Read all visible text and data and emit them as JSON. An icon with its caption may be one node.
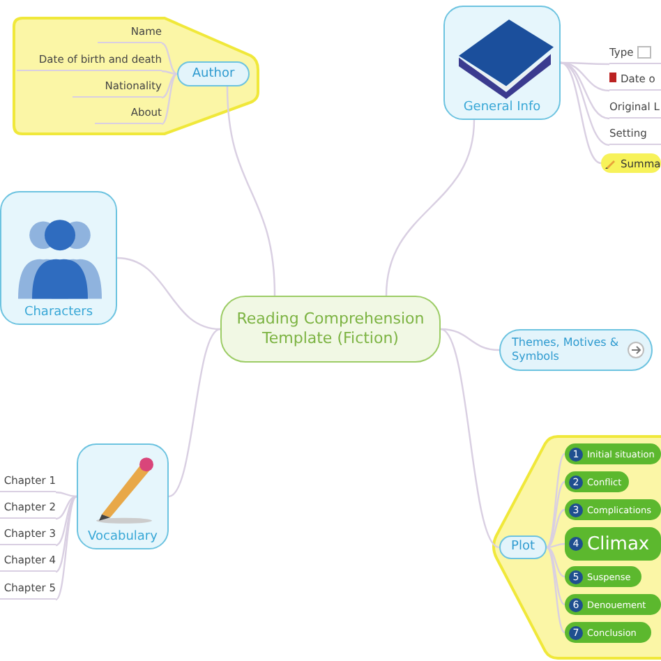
{
  "diagram": {
    "nodes": [
      {
        "text": [
          "Reading Comprehension Template (Fiction)"
        ]
      },
      {
        "text": [
          "Author"
        ]
      },
      {
        "text": [
          "Name"
        ]
      },
      {
        "text": [
          "Date of birth and death"
        ]
      },
      {
        "text": [
          "Nationality"
        ]
      },
      {
        "text": [
          "About"
        ]
      },
      {
        "text": [
          "General Info"
        ]
      },
      {
        "text": [
          "Type"
        ]
      },
      {
        "text": [
          "Date o"
        ]
      },
      {
        "text": [
          "Original L"
        ]
      },
      {
        "text": [
          "Setting"
        ]
      },
      {
        "text": [
          "Summa"
        ]
      },
      {
        "text": [
          "Characters"
        ]
      },
      {
        "text": [
          "Themes, Motives & Symbols"
        ]
      },
      {
        "text": [
          "Vocabulary"
        ]
      },
      {
        "text": [
          "Chapter 1"
        ]
      },
      {
        "text": [
          "Chapter 2"
        ]
      },
      {
        "text": [
          "Chapter 3"
        ]
      },
      {
        "text": [
          "Chapter 4"
        ]
      },
      {
        "text": [
          "Chapter 5"
        ]
      },
      {
        "text": [
          "Plot"
        ]
      },
      {
        "text": [
          "1",
          "Initial situation"
        ]
      },
      {
        "text": [
          "2",
          "Conflict"
        ]
      },
      {
        "text": [
          "3",
          "Complications"
        ]
      },
      {
        "text": [
          "4",
          "Climax"
        ]
      },
      {
        "text": [
          "5",
          "Suspense"
        ]
      },
      {
        "text": [
          "6",
          "Denouement"
        ]
      },
      {
        "text": [
          "7",
          "Conclusion"
        ]
      }
    ],
    "edges": [
      {
        "from": 0,
        "to": 1,
        "arrow": "none"
      },
      {
        "from": 0,
        "to": 6,
        "arrow": "none"
      },
      {
        "from": 0,
        "to": 12,
        "arrow": "none"
      },
      {
        "from": 0,
        "to": 13,
        "arrow": "none"
      },
      {
        "from": 0,
        "to": 14,
        "arrow": "none"
      },
      {
        "from": 0,
        "to": 20,
        "arrow": "none"
      },
      {
        "from": 1,
        "to": 2,
        "arrow": "none"
      },
      {
        "from": 1,
        "to": 3,
        "arrow": "none"
      },
      {
        "from": 1,
        "to": 4,
        "arrow": "none"
      },
      {
        "from": 1,
        "to": 5,
        "arrow": "none"
      },
      {
        "from": 6,
        "to": 7,
        "arrow": "none"
      },
      {
        "from": 6,
        "to": 8,
        "arrow": "none"
      },
      {
        "from": 6,
        "to": 9,
        "arrow": "none"
      },
      {
        "from": 6,
        "to": 10,
        "arrow": "none"
      },
      {
        "from": 6,
        "to": 11,
        "arrow": "none"
      },
      {
        "from": 14,
        "to": 15,
        "arrow": "none"
      },
      {
        "from": 14,
        "to": 16,
        "arrow": "none"
      },
      {
        "from": 14,
        "to": 17,
        "arrow": "none"
      },
      {
        "from": 14,
        "to": 18,
        "arrow": "none"
      },
      {
        "from": 14,
        "to": 19,
        "arrow": "none"
      },
      {
        "from": 20,
        "to": 21,
        "arrow": "none"
      },
      {
        "from": 20,
        "to": 22,
        "arrow": "none"
      },
      {
        "from": 20,
        "to": 23,
        "arrow": "none"
      },
      {
        "from": 20,
        "to": 24,
        "arrow": "none"
      },
      {
        "from": 20,
        "to": 25,
        "arrow": "none"
      },
      {
        "from": 20,
        "to": 26,
        "arrow": "none"
      },
      {
        "from": 20,
        "to": 27,
        "arrow": "none"
      }
    ]
  }
}
